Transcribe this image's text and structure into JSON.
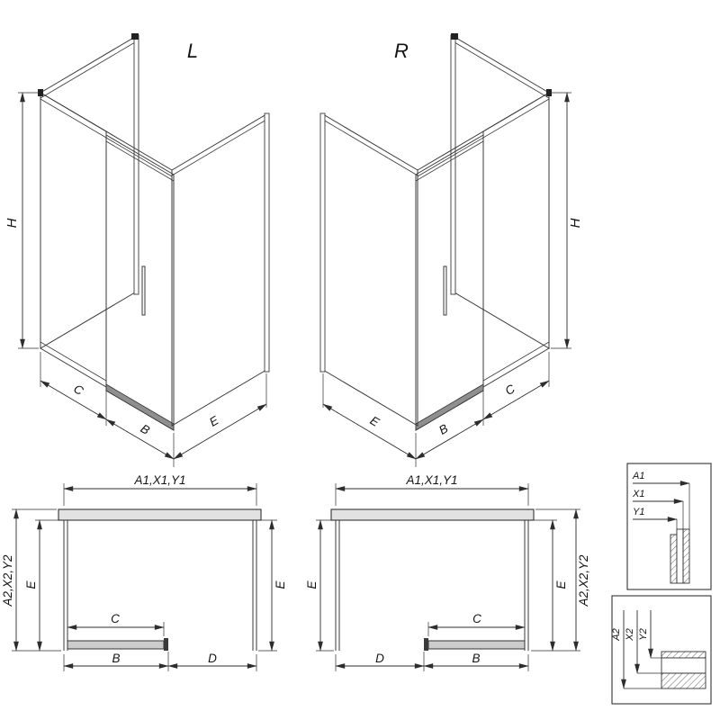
{
  "drawing": {
    "views": {
      "iso_left": {
        "title": "L"
      },
      "iso_right": {
        "title": "R"
      }
    },
    "labels": {
      "H": "H",
      "C": "C",
      "B": "B",
      "D": "D",
      "E": "E",
      "A1_group": "A1,X1,Y1",
      "A2_group": "A2,X2,Y2"
    },
    "detail_front": {
      "A1": "A1",
      "X1": "X1",
      "Y1": "Y1"
    },
    "detail_side": {
      "A2": "A2",
      "X2": "X2",
      "Y2": "Y2"
    }
  }
}
